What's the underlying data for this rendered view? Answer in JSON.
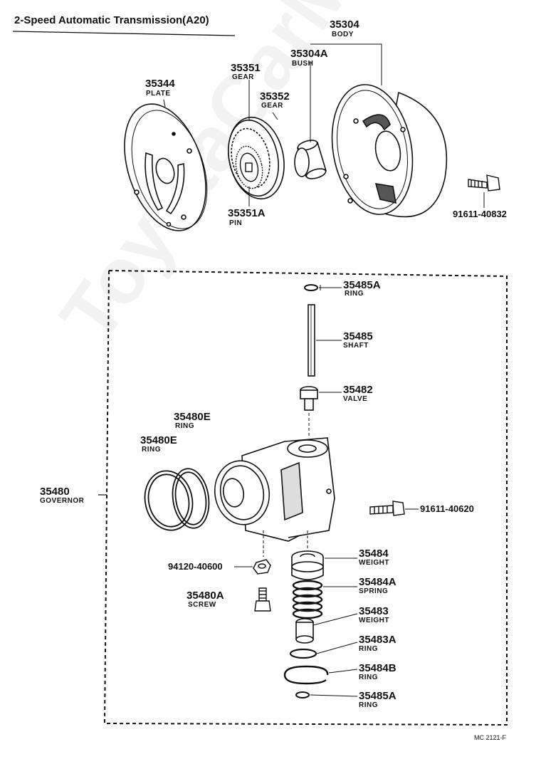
{
  "title": "2-Speed Automatic Transmission(A20)",
  "diagram_code": "MC 2121-F",
  "watermark": "ToyotaCarMiru",
  "parts": {
    "p35304": {
      "num": "35304",
      "name": "BODY"
    },
    "p35304a": {
      "num": "35304A",
      "name": "BUSH"
    },
    "p35351": {
      "num": "35351",
      "name": "GEAR"
    },
    "p35352": {
      "num": "35352",
      "name": "GEAR"
    },
    "p35344": {
      "num": "35344",
      "name": "PLATE"
    },
    "p35351a": {
      "num": "35351A",
      "name": "PIN"
    },
    "p91611a": {
      "num": "91611-40832"
    },
    "p35485a_top": {
      "num": "35485A",
      "name": "RING"
    },
    "p35485": {
      "num": "35485",
      "name": "SHAFT"
    },
    "p35482": {
      "num": "35482",
      "name": "VALVE"
    },
    "p35480e_1": {
      "num": "35480E",
      "name": "RING"
    },
    "p35480e_2": {
      "num": "35480E",
      "name": "RING"
    },
    "p35480": {
      "num": "35480",
      "name": "GOVERNOR"
    },
    "p91611b": {
      "num": "91611-40620"
    },
    "p35484": {
      "num": "35484",
      "name": "WEIGHT"
    },
    "p94120": {
      "num": "94120-40600"
    },
    "p35484a": {
      "num": "35484A",
      "name": "SPRING"
    },
    "p35480a": {
      "num": "35480A",
      "name": "SCREW"
    },
    "p35483": {
      "num": "35483",
      "name": "WEIGHT"
    },
    "p35483a": {
      "num": "35483A",
      "name": "RING"
    },
    "p35484b": {
      "num": "35484B",
      "name": "RING"
    },
    "p35485a_bot": {
      "num": "35485A",
      "name": "RING"
    }
  }
}
